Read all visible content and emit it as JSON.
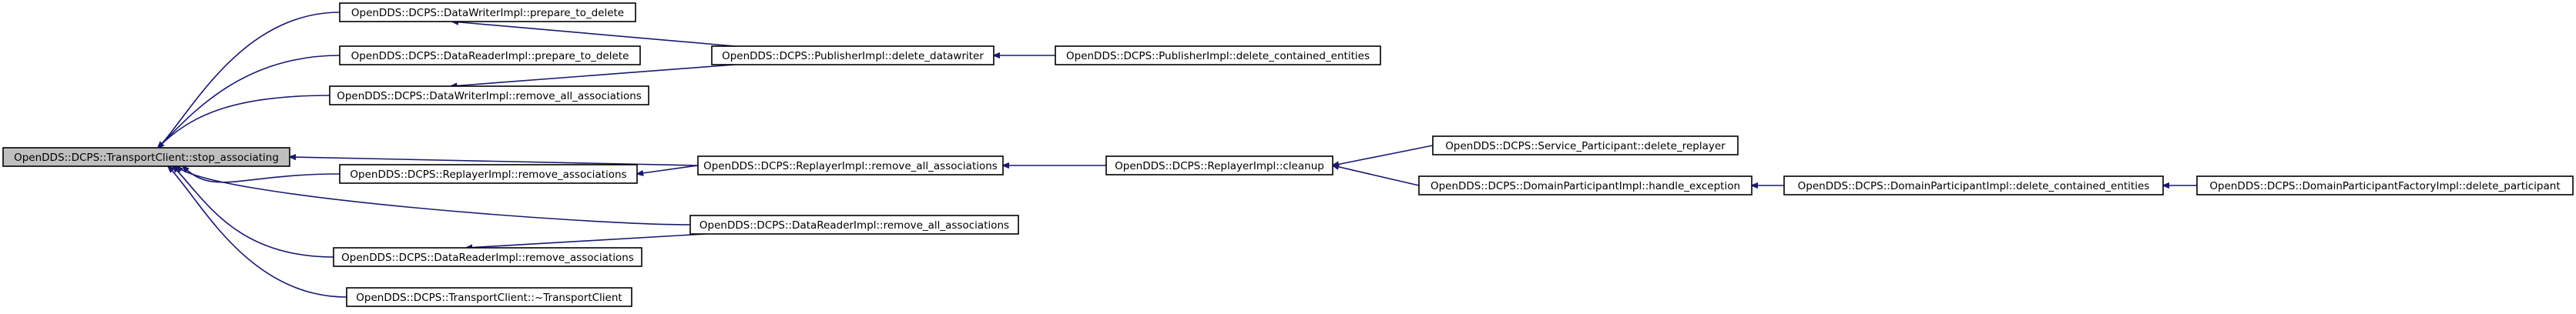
{
  "diagram": {
    "type": "call-graph",
    "colors": {
      "edge": "#191970",
      "focus_fill": "#bfbfbf",
      "node_fill": "#ffffff",
      "node_border": "#000000"
    },
    "nodes": [
      {
        "id": "n0",
        "label": "OpenDDS::DCPS::TransportClient::stop_associating",
        "focus": true
      },
      {
        "id": "n1",
        "label": "OpenDDS::DCPS::DataWriterImpl::prepare_to_delete"
      },
      {
        "id": "n2",
        "label": "OpenDDS::DCPS::PublisherImpl::delete_datawriter"
      },
      {
        "id": "n3",
        "label": "OpenDDS::DCPS::PublisherImpl::delete_contained_entities"
      },
      {
        "id": "n4",
        "label": "OpenDDS::DCPS::DataReaderImpl::prepare_to_delete"
      },
      {
        "id": "n5",
        "label": "OpenDDS::DCPS::DataWriterImpl::remove_all_associations"
      },
      {
        "id": "n6",
        "label": "OpenDDS::DCPS::ReplayerImpl::remove_associations"
      },
      {
        "id": "n7",
        "label": "OpenDDS::DCPS::ReplayerImpl::remove_all_associations"
      },
      {
        "id": "n8",
        "label": "OpenDDS::DCPS::ReplayerImpl::cleanup"
      },
      {
        "id": "n9",
        "label": "OpenDDS::DCPS::Service_Participant::delete_replayer"
      },
      {
        "id": "n10",
        "label": "OpenDDS::DCPS::DomainParticipantImpl::handle_exception"
      },
      {
        "id": "n11",
        "label": "OpenDDS::DCPS::DomainParticipantImpl::delete_contained_entities"
      },
      {
        "id": "n12",
        "label": "OpenDDS::DCPS::DomainParticipantFactoryImpl::delete_participant"
      },
      {
        "id": "n13",
        "label": "OpenDDS::DCPS::DataReaderImpl::remove_all_associations"
      },
      {
        "id": "n14",
        "label": "OpenDDS::DCPS::DataReaderImpl::remove_associations"
      },
      {
        "id": "n15",
        "label": "OpenDDS::DCPS::TransportClient::~TransportClient"
      }
    ],
    "edges": [
      {
        "from": "n1",
        "to": "n0"
      },
      {
        "from": "n4",
        "to": "n0"
      },
      {
        "from": "n5",
        "to": "n0"
      },
      {
        "from": "n7",
        "to": "n0"
      },
      {
        "from": "n6",
        "to": "n0"
      },
      {
        "from": "n13",
        "to": "n0"
      },
      {
        "from": "n14",
        "to": "n0"
      },
      {
        "from": "n15",
        "to": "n0"
      },
      {
        "from": "n2",
        "to": "n1"
      },
      {
        "from": "n2",
        "to": "n5"
      },
      {
        "from": "n3",
        "to": "n2"
      },
      {
        "from": "n7",
        "to": "n6"
      },
      {
        "from": "n8",
        "to": "n7"
      },
      {
        "from": "n9",
        "to": "n8"
      },
      {
        "from": "n10",
        "to": "n8"
      },
      {
        "from": "n11",
        "to": "n10"
      },
      {
        "from": "n12",
        "to": "n11"
      },
      {
        "from": "n13",
        "to": "n14"
      }
    ]
  }
}
